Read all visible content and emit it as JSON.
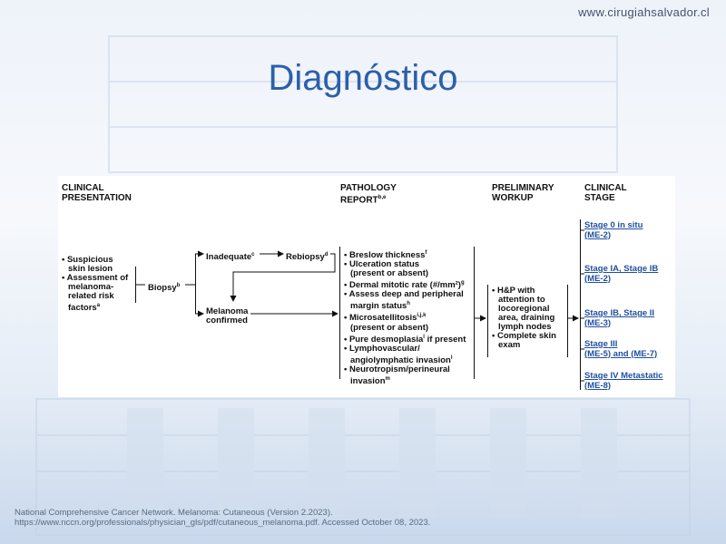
{
  "site_url": "www.cirugiahsalvador.cl",
  "slide_title": "Diagnóstico",
  "columns": {
    "clinical_presentation": "CLINICAL\nPRESENTATION",
    "pathology_report": "PATHOLOGY\nREPORT",
    "pathology_sup": "b,e",
    "preliminary_workup": "PRELIMINARY\nWORKUP",
    "clinical_stage": "CLINICAL\nSTAGE"
  },
  "presentation_items": [
    "• Suspicious",
    "skin lesion",
    "• Assessment of",
    "melanoma-",
    "related risk",
    "factors"
  ],
  "presentation_sup": "a",
  "biopsy": {
    "label": "Biopsy",
    "sup": "b"
  },
  "inadequate": {
    "label": "Inadequate",
    "sup": "c"
  },
  "rebiopsy": {
    "label": "Rebiopsy",
    "sup": "d"
  },
  "melanoma_confirmed": [
    "Melanoma",
    "confirmed"
  ],
  "pathology_items": [
    "• Breslow thickness",
    "• Ulceration status",
    "(present or absent)",
    "• Dermal mitotic rate (#/mm²)",
    "• Assess deep and peripheral",
    "margin status",
    "• Microsatellitosis",
    "(present or absent)",
    "• Pure desmoplasia",
    "if present",
    "• Lymphovascular/",
    "angiolymphatic invasion",
    "• Neurotropism/perineural",
    "invasion"
  ],
  "pathology_sups": {
    "breslow": "f",
    "mitotic": "g",
    "margin": "h",
    "microsat": "i,j,k",
    "desmoplasia": "l",
    "lymphovascular": "l",
    "invasion": "m"
  },
  "workup_items": [
    "• H&P with",
    "attention to",
    "locoregional",
    "area, draining",
    "lymph nodes",
    "• Complete skin",
    "exam"
  ],
  "stages": [
    [
      "Stage 0 in situ",
      "(ME-2)"
    ],
    [
      "Stage IA, Stage IB",
      "(ME-2)"
    ],
    [
      "Stage IB, Stage II",
      "(ME-3)"
    ],
    [
      "Stage III",
      "(ME-5) and (ME-7)"
    ],
    [
      "Stage IV Metastatic",
      "(ME-8)"
    ]
  ],
  "footer": {
    "line1": "National Comprehensive Cancer Network. Melanoma: Cutaneous (Version 2.2023).",
    "line2": "https://www.nccn.org/professionals/physician_gls/pdf/cutaneous_melanoma.pdf.  Accessed October 08, 2023."
  },
  "colors": {
    "title": "#2d5faa",
    "stage_link": "#1f4f9f"
  }
}
